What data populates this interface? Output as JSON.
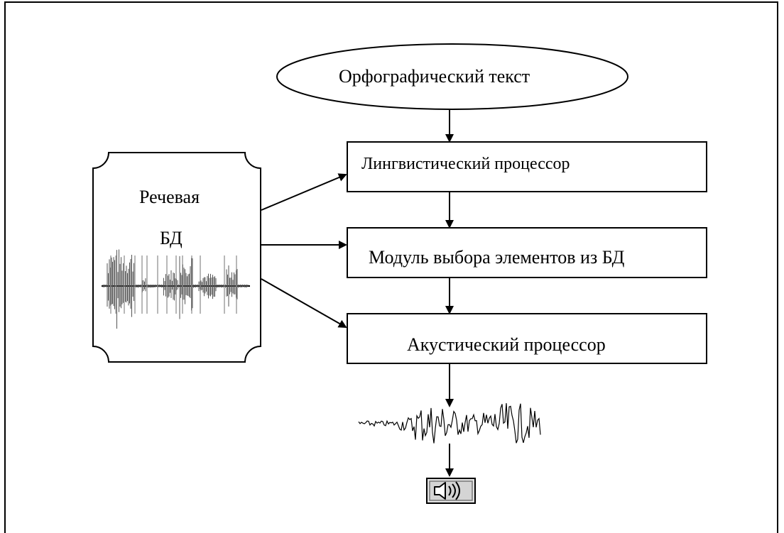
{
  "nodes": {
    "input_text": "Орфографический текст",
    "linguistic_processor": "Лингвистический процессор",
    "selection_module": "Модуль выбора элементов из БД",
    "acoustic_processor": "Акустический процессор"
  },
  "database": {
    "label_line1": "Речевая",
    "label_line2": "БД"
  },
  "icons": {
    "output_icon": "speaker-icon",
    "waveform": "speech-waveform-icon"
  }
}
